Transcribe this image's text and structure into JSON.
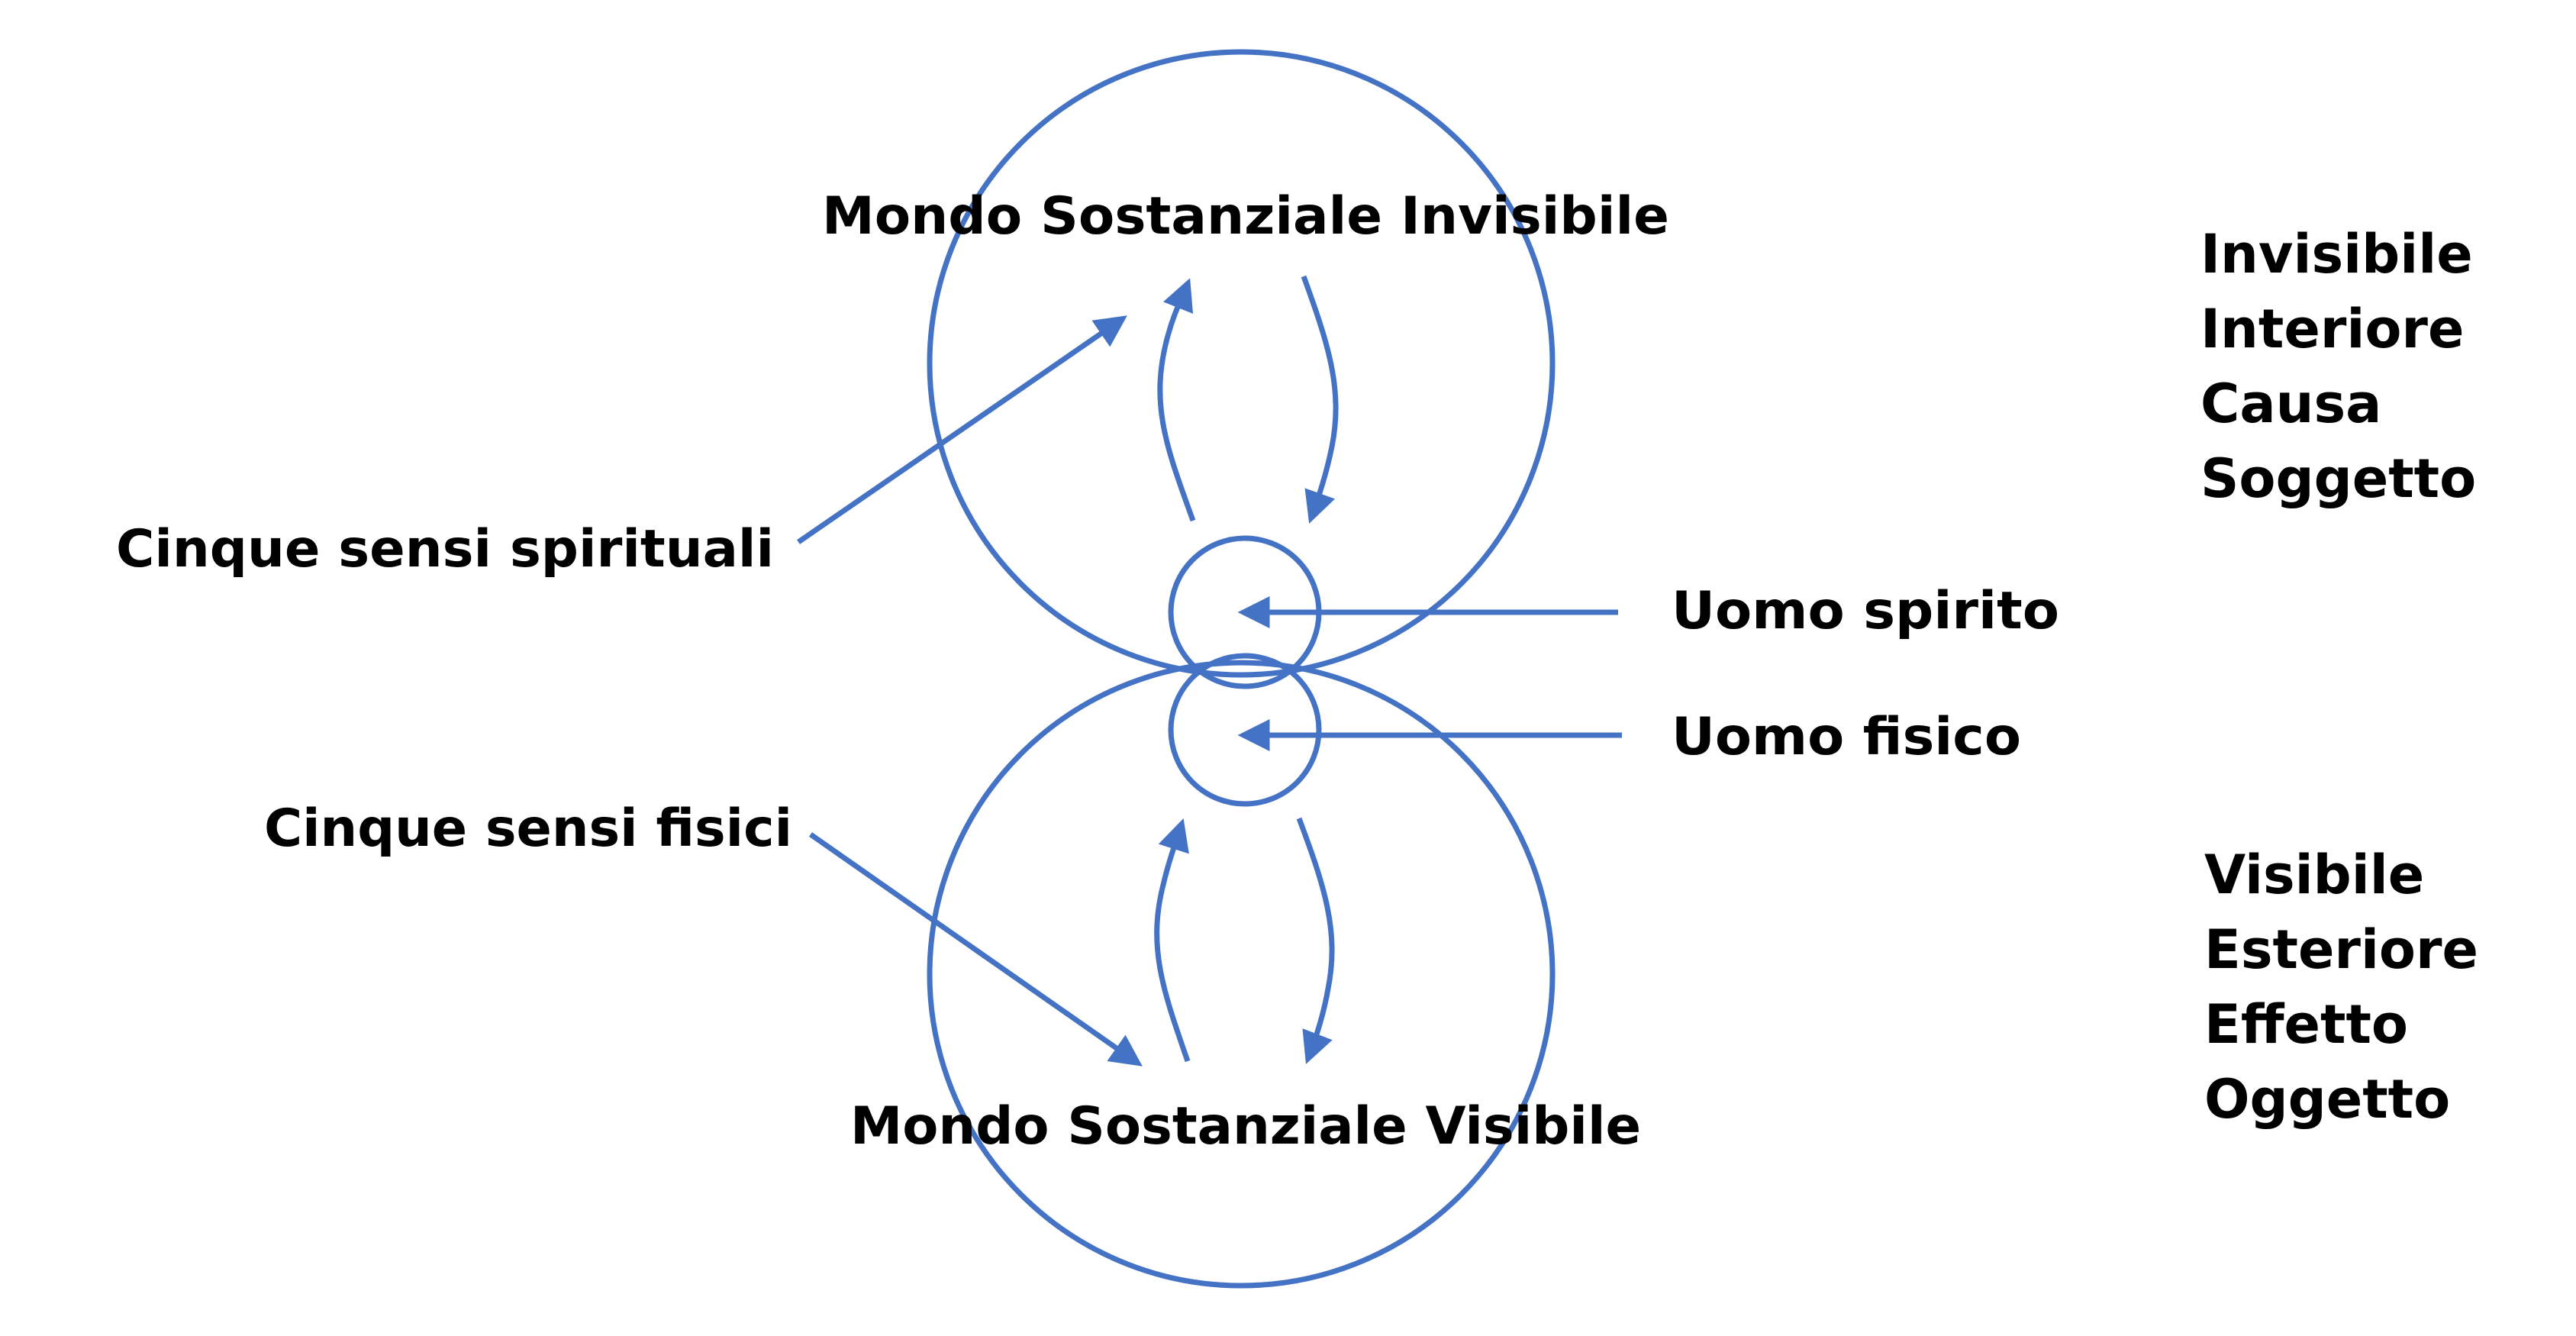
{
  "colors": {
    "accent": "#4472c4",
    "text": "#000000",
    "background": "#ffffff"
  },
  "diagram": {
    "labels": {
      "invisible_world": "Mondo Sostanziale Invisibile",
      "visible_world": "Mondo Sostanziale Visibile",
      "spiritual_senses": "Cinque sensi spirituali",
      "physical_senses": "Cinque sensi fisici",
      "spirit_man": "Uomo spirito",
      "physical_man": "Uomo fisico"
    },
    "invisible_attributes": [
      "Invisibile",
      "Interiore",
      "Causa",
      "Soggetto"
    ],
    "visible_attributes": [
      "Visibile",
      "Esteriore",
      "Effetto",
      "Oggetto"
    ]
  }
}
